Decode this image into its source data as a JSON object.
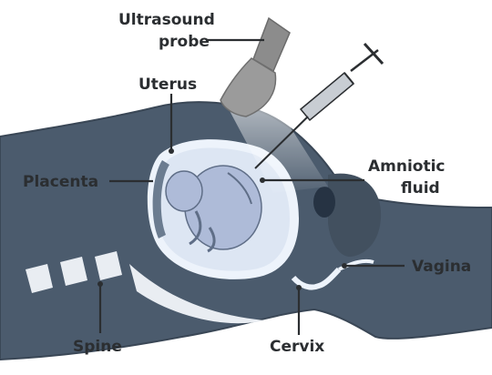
{
  "labels": {
    "probe_line1": "Ultrasound",
    "probe_line2": "probe",
    "uterus": "Uterus",
    "placenta": "Placenta",
    "amniotic_line1": "Amniotic",
    "amniotic_line2": "fluid",
    "vagina": "Vagina",
    "spine": "Spine",
    "cervix": "Cervix"
  },
  "colors": {
    "body_fill": "#4b5b6d",
    "body_edge": "#3a4756",
    "uterus_fill": "#dde6f3",
    "uterine_wall": "#edf3fb",
    "placenta": "#6b7c90",
    "fetus_fill": "#aebbd8",
    "fetus_edge": "#5f6e87",
    "probe": "#8c8c8c",
    "label_text": "#2b2e31"
  }
}
